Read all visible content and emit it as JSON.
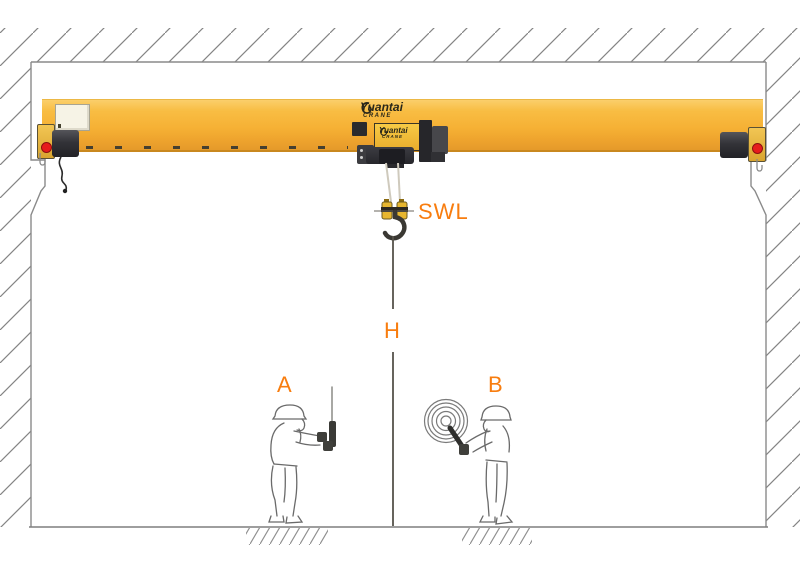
{
  "diagram": {
    "labels": {
      "swl": "SWL",
      "hook_height": "H",
      "operator_a": "A",
      "operator_b": "B"
    },
    "brand": {
      "name": "Yuantai",
      "sub": "CRANE"
    },
    "colors": {
      "label_orange": "#F87D0F",
      "beam_yellow": "#F6B135",
      "wheel_red": "#E61C1C",
      "hatch_gray": "#848484"
    }
  }
}
